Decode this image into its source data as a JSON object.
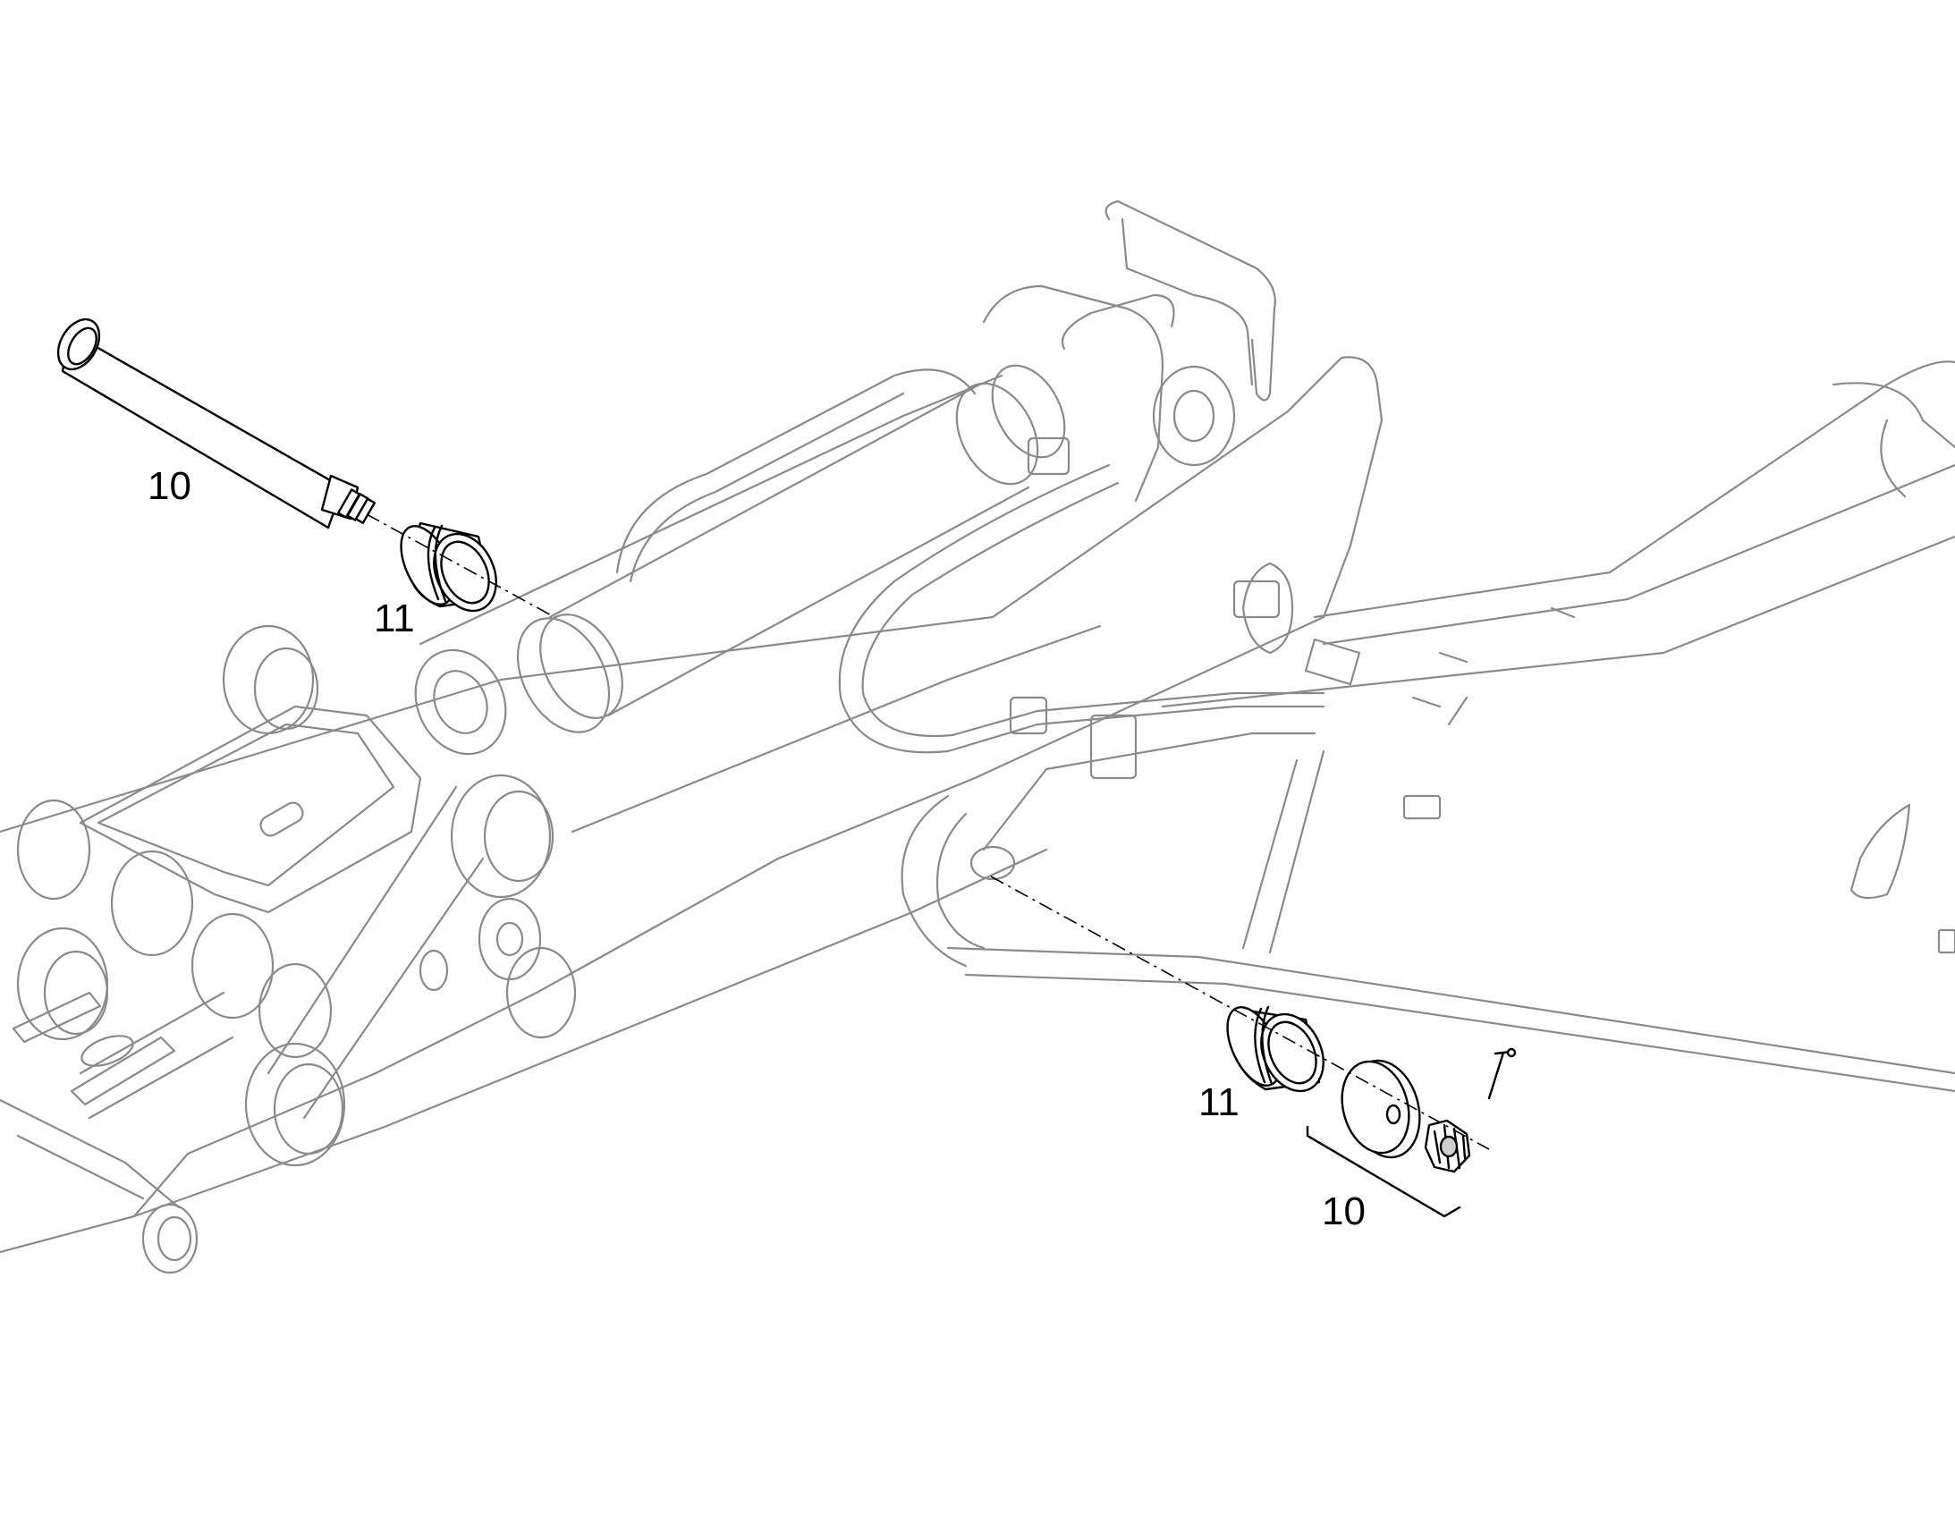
{
  "diagram": {
    "callouts": [
      {
        "id": "pin-label",
        "text": "10"
      },
      {
        "id": "bushing-upper-label",
        "text": "11"
      },
      {
        "id": "bushing-lower-label",
        "text": "11"
      },
      {
        "id": "pin-kit-label",
        "text": "10"
      }
    ],
    "colors": {
      "line": "#000000",
      "light_line": "#8a8a8a",
      "fill_part": "#ffffff",
      "shade": "#cfcfcf"
    }
  }
}
